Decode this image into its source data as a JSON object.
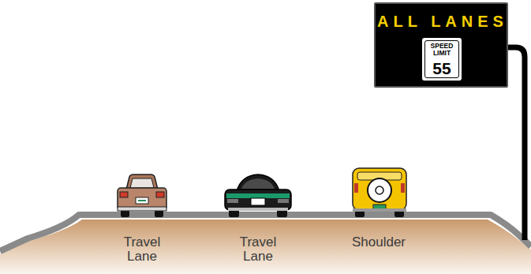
{
  "diagram": {
    "nodes": [
      {
        "text": [
          "ALL LANES"
        ]
      },
      {
        "text": [
          "SPEED LIMIT",
          "55"
        ],
        "in": 0
      }
    ],
    "labels": [
      "Travel Lane",
      "Travel Lane",
      "Shoulder"
    ]
  }
}
